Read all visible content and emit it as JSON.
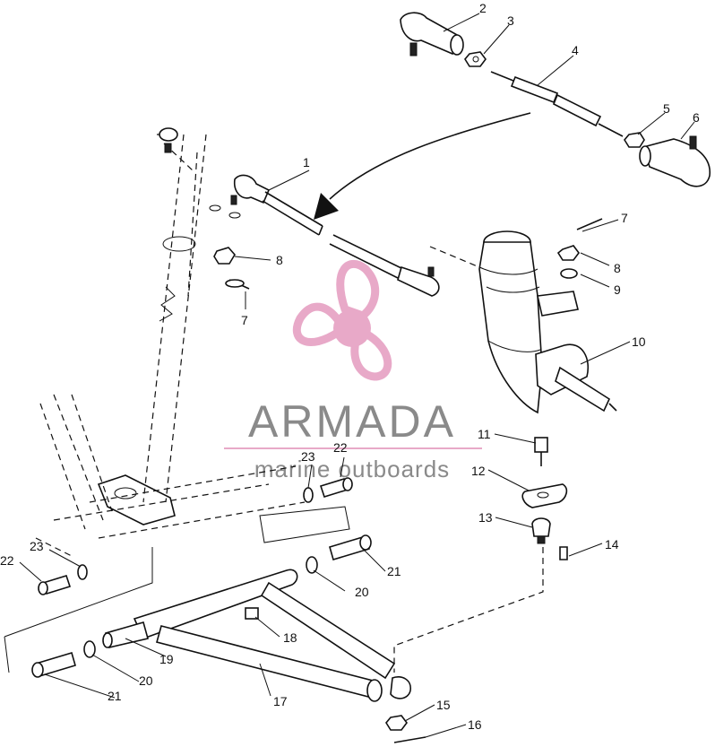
{
  "watermark": {
    "brand": "ARMADA",
    "tagline": "marine outboards",
    "logo_color": "#e8a9c8",
    "logo_icon": "propeller-icon"
  },
  "callouts": {
    "c1": "1",
    "c2": "2",
    "c3": "3",
    "c4": "4",
    "c5": "5",
    "c6": "6",
    "c7a": "7",
    "c7b": "7",
    "c8a": "8",
    "c8b": "8",
    "c9": "9",
    "c10": "10",
    "c11": "11",
    "c12": "12",
    "c13": "13",
    "c14": "14",
    "c15": "15",
    "c16": "16",
    "c17": "17",
    "c18": "18",
    "c19": "19",
    "c20a": "20",
    "c20b": "20",
    "c21a": "21",
    "c21b": "21",
    "c22a": "22",
    "c22b": "22",
    "c23a": "23",
    "c23b": "23"
  }
}
